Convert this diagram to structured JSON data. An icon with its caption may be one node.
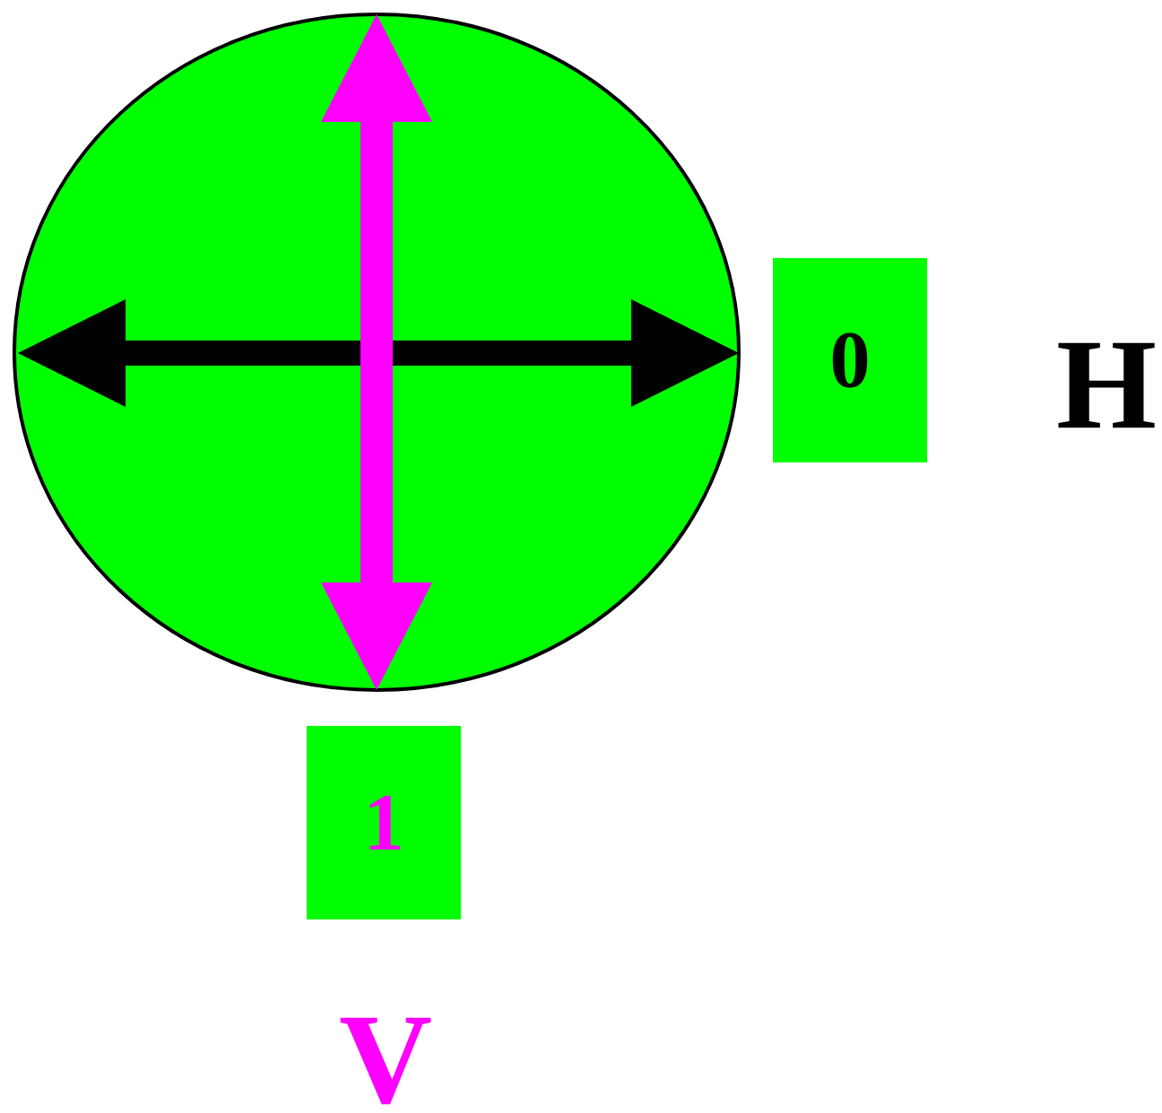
{
  "diagram": {
    "nodes": [
      {
        "text": [],
        "shape": "circle"
      },
      {
        "text": [
          "0"
        ]
      },
      {
        "text": [
          "1"
        ]
      }
    ],
    "labels": [
      "H",
      "V"
    ]
  }
}
